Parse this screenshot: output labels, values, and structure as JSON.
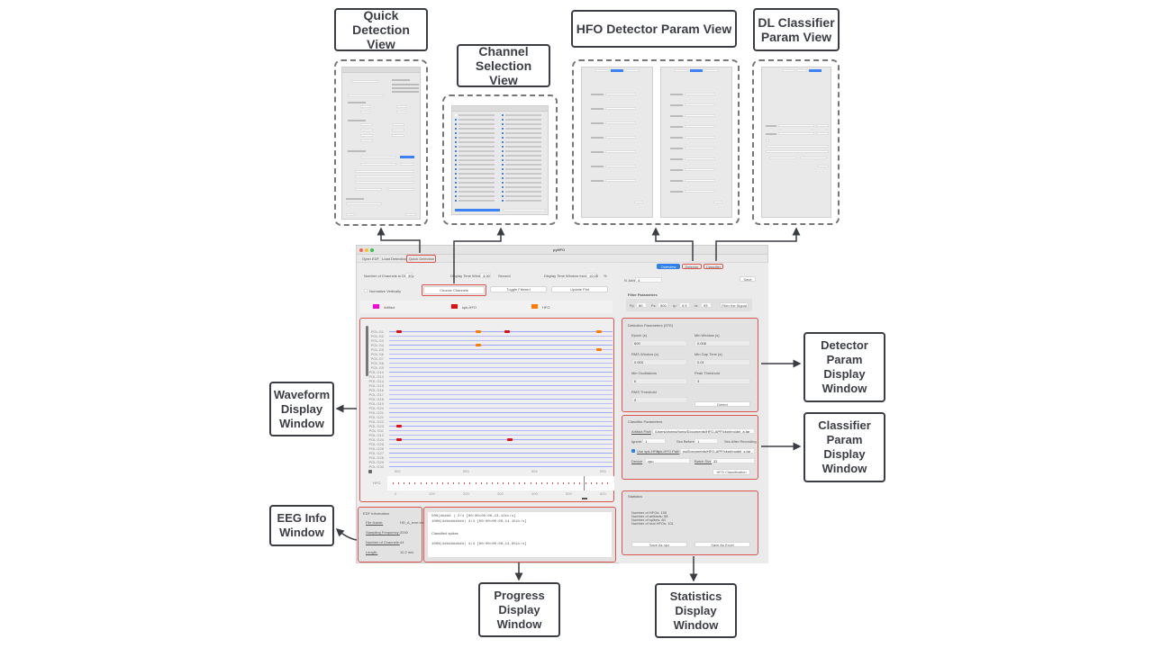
{
  "callouts": {
    "quick_detection": "Quick Detection View",
    "channel_selection": "Channel Selection View",
    "hfo_detector_param": "HFO Detector Param View",
    "dl_classifier_param": "DL Classifier Param View",
    "waveform_display": "Waveform Display Window",
    "eeg_info": "EEG Info Window",
    "detector_param_display": "Detector Param Display Window",
    "classifier_param_display": "Classifier Param Display Window",
    "progress_display": "Progress Display Window",
    "statistics_display": "Statistics Display Window"
  },
  "app": {
    "title": "pyHFO",
    "menu": [
      "Open EDF",
      "Load Detection",
      "Quick Detection"
    ],
    "controls": {
      "channels_to_display_label": "Number of Channels to Display",
      "channels_to_display_value": "30",
      "time_window_label": "Display Time Window",
      "time_window_value": "3.00",
      "time_window_unit": "Second",
      "time_increment_label": "Display Time Window Increment",
      "time_increment_value": "10.00",
      "time_increment_unit": "%",
      "normalize_label": "Normalize Vertically",
      "choose_channels": "Choose Channels",
      "toggle_filtered": "Toggle Filtered",
      "update_plot": "Update Plot"
    },
    "legend": [
      {
        "label": "Artifact",
        "color": "#ff00dd"
      },
      {
        "label": "spk-HFO",
        "color": "#e01010"
      },
      {
        "label": "HFO",
        "color": "#ff7a00"
      }
    ],
    "waveform": {
      "channels": [
        "POL G1",
        "POL G2",
        "POL G3",
        "POL G4",
        "POL G5",
        "POL G6",
        "POL G7",
        "POL G8",
        "POL G9",
        "POL G10",
        "POL G13",
        "POL G14",
        "POL G15",
        "POL G16",
        "POL G17",
        "POL G18",
        "POL G19",
        "POL G20",
        "POL G21",
        "POL G21",
        "POL G22",
        "POL G23",
        "POL G11",
        "POL G12",
        "POL G24",
        "POL G25",
        "POL G26",
        "POL G27",
        "POL G28",
        "POL G29",
        "POL G30"
      ],
      "x_ticks": [
        "552",
        "553",
        "554",
        "555"
      ],
      "overview_label": "HFO",
      "overview_ticks": [
        "0",
        "100",
        "200",
        "300",
        "400",
        "500",
        "600"
      ]
    },
    "tabs": [
      "Overview",
      "Detector",
      "Classifier"
    ],
    "right": {
      "njobs_label": "N Jobs",
      "njobs_value": "4",
      "save": "Save",
      "filter_title": "Filter Parameters",
      "filter": [
        {
          "label": "Fp",
          "value": "80"
        },
        {
          "label": "Fs",
          "value": "500"
        },
        {
          "label": "rp",
          "value": "0.5"
        },
        {
          "label": "rs",
          "value": "93"
        }
      ],
      "filter_button": "Filter the Signal",
      "detection_title": "Detection Parameters (STE)",
      "detection": [
        {
          "label": "Epoch (s)",
          "value": "600"
        },
        {
          "label": "Min Window (s)",
          "value": "0.006"
        },
        {
          "label": "RMS Window (s)",
          "value": "0.003"
        },
        {
          "label": "Min Gap Time (s)",
          "value": "0.01"
        },
        {
          "label": "Min Oscillations",
          "value": "6"
        },
        {
          "label": "Peak Threshold",
          "value": "3"
        },
        {
          "label": "RMS Threshold",
          "value": "5"
        }
      ],
      "detect_button": "Detect",
      "classifier_title": "Classifier Parameters",
      "artifact_path_label": "Artifact Path",
      "artifact_path_value": "/Users/yipeng/hong/Documents/HFO-APP/ckpt/model_a.tar",
      "ignore_label": "Ignore",
      "ignore_value": "1",
      "sec_before_label": "Sec Before",
      "sec_before_value": "1",
      "sec_after_label": "Sec After Recording",
      "use_spk_label": "Use spk-HFO",
      "spk_path_label": "spk-HFO Path",
      "spk_path_value": "ng/Documents/HFO-APP/ckpt/model_s.tar",
      "device_label": "Device",
      "device_value": "cpu",
      "batch_label": "Batch Size",
      "batch_value": "32",
      "classify_button": "HFO Classification",
      "statistics_title": "Statistics",
      "stats": [
        "Number of HFOs: 155",
        "Number of artifacts: 58",
        "Number of spikes: 80",
        "Number of real HFOs: 101"
      ],
      "save_npz": "Save As npz",
      "save_excel": "Save As Excel"
    },
    "edf_info": {
      "title": "EDF Information",
      "rows": [
        {
          "label": "File Name:",
          "value": "HD_A_ever.edf"
        },
        {
          "label": "Sampling Frequency:",
          "value": "2000"
        },
        {
          "label": "Number of Channels:",
          "value": "44"
        },
        {
          "label": "Length:",
          "value": "10.2 min"
        }
      ]
    },
    "progress": [
      "50%|#####     | 2/4 [00:00<00:00,13.12it/s]",
      "100%|##########| 4/4 [00:00<00:00,14.15it/s]",
      "Classified spikes",
      "100%|##########| 4/4 [00:00<00:00,13.95it/s]"
    ]
  }
}
